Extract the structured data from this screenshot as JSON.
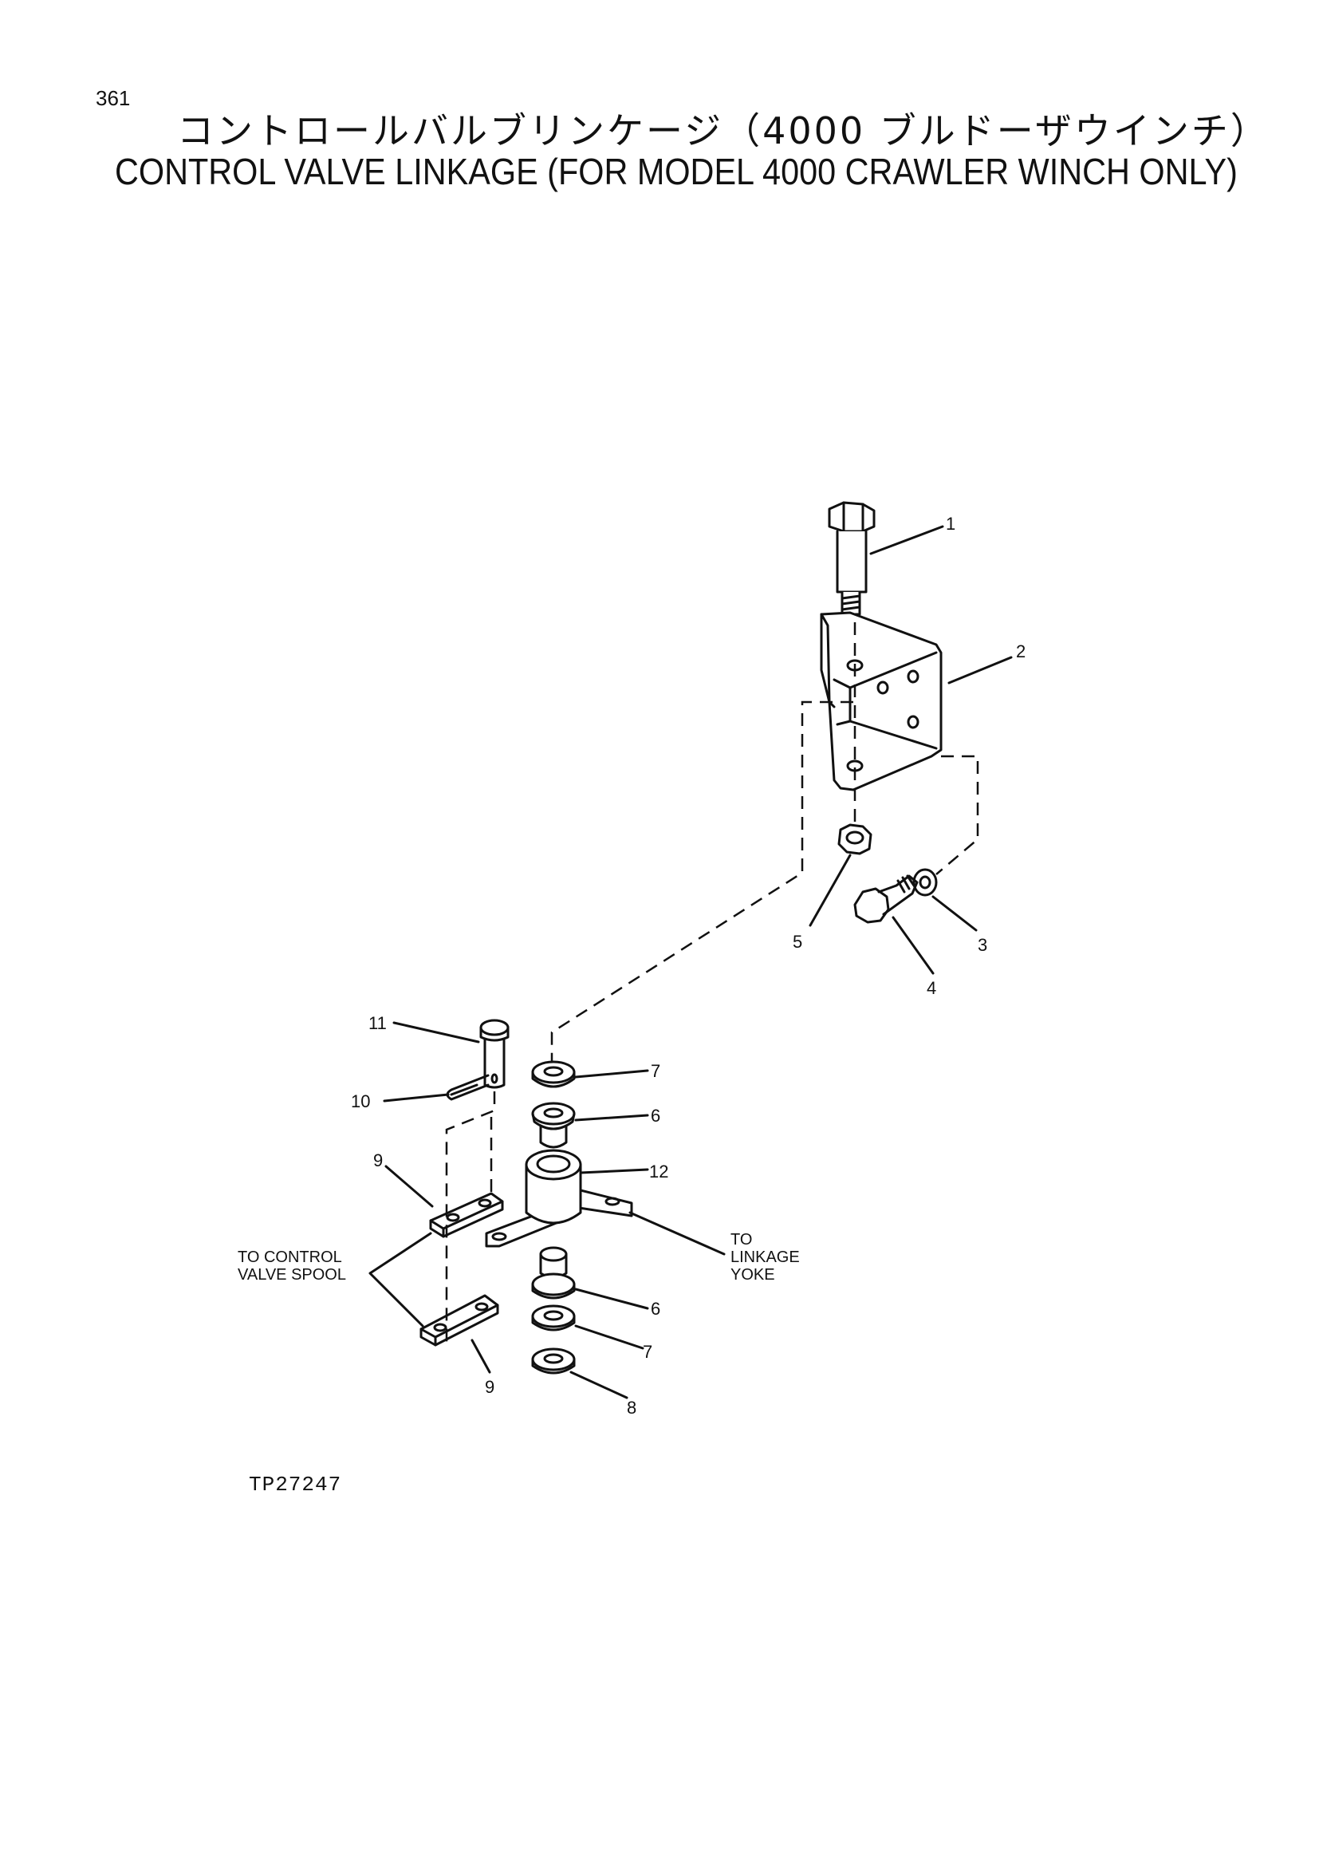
{
  "page_number": "361",
  "title_jp": "コントロールバルブリンケージ（4000 ブルドーザウインチ）",
  "title_en": "CONTROL VALVE LINKAGE (FOR MODEL 4000 CRAWLER WINCH ONLY)",
  "drawing_id": "TP27247",
  "callouts": {
    "c1": "1",
    "c2": "2",
    "c3": "3",
    "c4": "4",
    "c5": "5",
    "c6a": "6",
    "c6b": "6",
    "c7a": "7",
    "c7b": "7",
    "c8": "8",
    "c9a": "9",
    "c9b": "9",
    "c10": "10",
    "c11": "11",
    "c12": "12"
  },
  "notes": {
    "control_valve_line1": "TO CONTROL",
    "control_valve_line2": "VALVE SPOOL",
    "linkage_line1": "TO",
    "linkage_line2": "LINKAGE",
    "linkage_line3": "YOKE"
  }
}
